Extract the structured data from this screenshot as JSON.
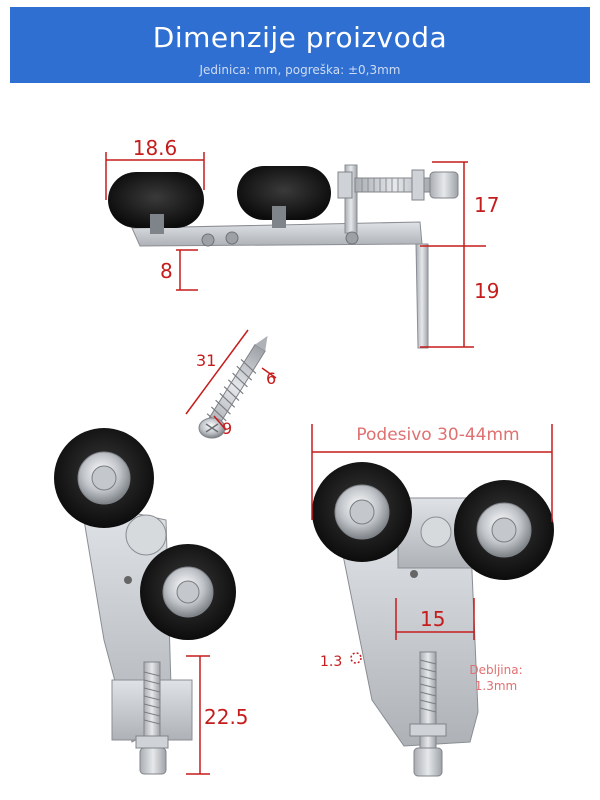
{
  "header": {
    "title": "Dimenzije proizvoda",
    "subtitle": "Jedinica: mm, pogreška: ±0,3mm"
  },
  "dimensions": {
    "wheel_width": "18.6",
    "height_top": "17",
    "height_bottom": "19",
    "plate_drop": "8",
    "screw_length": "31",
    "screw_thread": "6",
    "screw_head": "9",
    "bolt_length": "22.5",
    "adjustable": "Podesivo 30-44mm",
    "wheel_gap": "15",
    "hole": "1.3",
    "thickness_label": "Debljina:",
    "thickness_value": "1.3mm"
  },
  "colors": {
    "banner": "#2f6fd1",
    "dimension_lines": "#c51c1c",
    "wheel": "#1a1a1a",
    "metal": "#c9ccd1"
  }
}
